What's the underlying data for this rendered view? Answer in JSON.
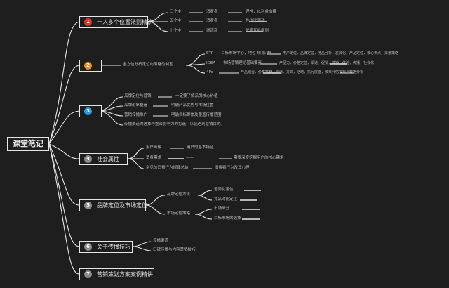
{
  "root": {
    "label": "课堂笔记"
  },
  "topics": [
    {
      "num": "1",
      "color": "#e0332b",
      "label": "一人多个位置法则精讲"
    },
    {
      "num": "2",
      "color": "#f08a1c",
      "label": ""
    },
    {
      "num": "3",
      "color": "#2a9be0",
      "label": ""
    },
    {
      "num": "4",
      "color": "#8a8a8a",
      "label": "社会属性"
    },
    {
      "num": "5",
      "color": "#8a8a8a",
      "label": "品牌定位及市场定位"
    },
    {
      "num": "6",
      "color": "#8a8a8a",
      "label": "关于传播技巧"
    },
    {
      "num": "7",
      "color": "#8a8a8a",
      "label": "营销策划方案案例精讲"
    }
  ],
  "branch1": {
    "col1": [
      "三个主",
      "五个主",
      "七个主"
    ],
    "col2": [
      "消费者",
      "消费者",
      "渠道商"
    ],
    "col3": [
      "理性，以利益交换",
      "性价比驱动",
      "优势互补原则"
    ]
  },
  "branch2": {
    "main": "全方位分析定位与策略的制定",
    "subs": [
      "STP——目标市场中心，地位·规·影·想",
      "IDEA——市场营销理论基础要素",
      "4Ps——"
    ],
    "tails": [
      "用户定位，品牌定位，竞品分析，差异化，产品定位，核心卖点，渠道策略",
      "产品力，价格定位，渠道，促销，营销，体验，传播，社会化",
      "产品组合，价格策略，渠道，方式，活动，执行层面，效果评估指标与数据分析"
    ]
  },
  "branch3": {
    "items": [
      "品牌定位与营销",
      "品牌形象塑造",
      "营销传播推广",
      "传播渠道的选择与整合影响力的打造，以此达到营销目的。"
    ],
    "descs": [
      "一定要了解品牌核心价值",
      "明确产品优势与市场位置",
      "明确目标群体及覆盖传播范围"
    ]
  },
  "branch4": {
    "items": [
      "用户画像",
      "消费需求",
      "常见的消费行为规律总结"
    ],
    "mids": [
      "——",
      "——"
    ],
    "descs": [
      "用户的基本特征",
      "需要深度挖掘用户的核心需求",
      "消费者行为及其心理"
    ]
  },
  "branch5": {
    "groups": [
      {
        "label": "品牌定位方法",
        "items": [
          "差异化定位",
          "竞品对比定位"
        ]
      },
      {
        "label": "市场定位策略",
        "items": [
          "市场细分",
          "目标市场的选择"
        ]
      }
    ]
  },
  "branch6": {
    "items": [
      "传播渠道",
      "口碑传播与内容营销技巧"
    ]
  }
}
